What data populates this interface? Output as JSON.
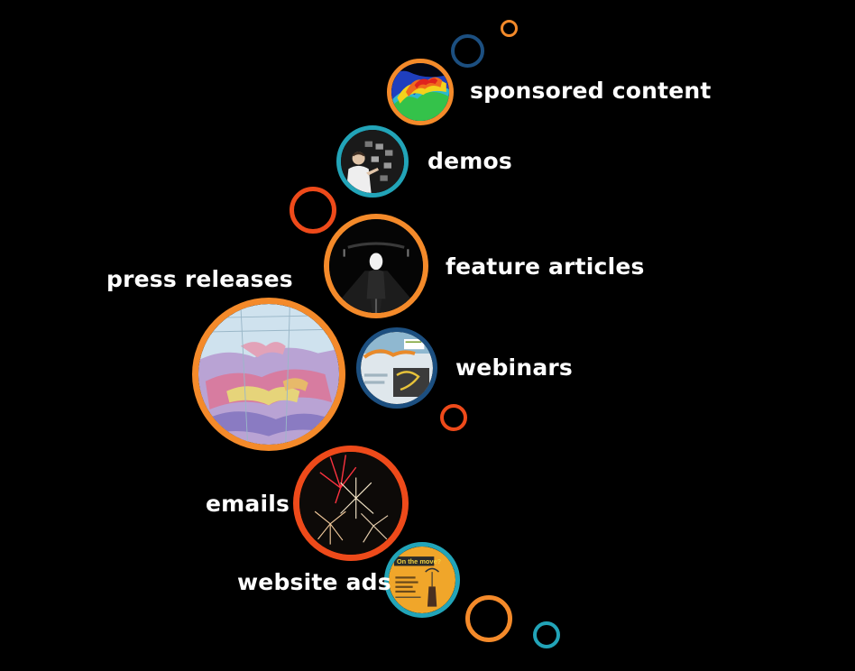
{
  "colors": {
    "orange": "#f48a2a",
    "red_orange": "#ee4a1a",
    "teal": "#22a4b8",
    "navy": "#1c4f80",
    "background": "#000000"
  },
  "items": [
    {
      "label": "sponsored content",
      "image": "colorful-terrain-map"
    },
    {
      "label": "demos",
      "image": "presenter-with-screens"
    },
    {
      "label": "feature articles",
      "image": "person-in-tunnel"
    },
    {
      "label": "press releases",
      "image": "geologic-map"
    },
    {
      "label": "webinars",
      "image": "webinar-screen"
    },
    {
      "label": "emails",
      "image": "fireworks"
    },
    {
      "label": "website ads",
      "image": "on-the-move-ad"
    }
  ],
  "ad_thumbnail": {
    "title": "On the move?"
  }
}
